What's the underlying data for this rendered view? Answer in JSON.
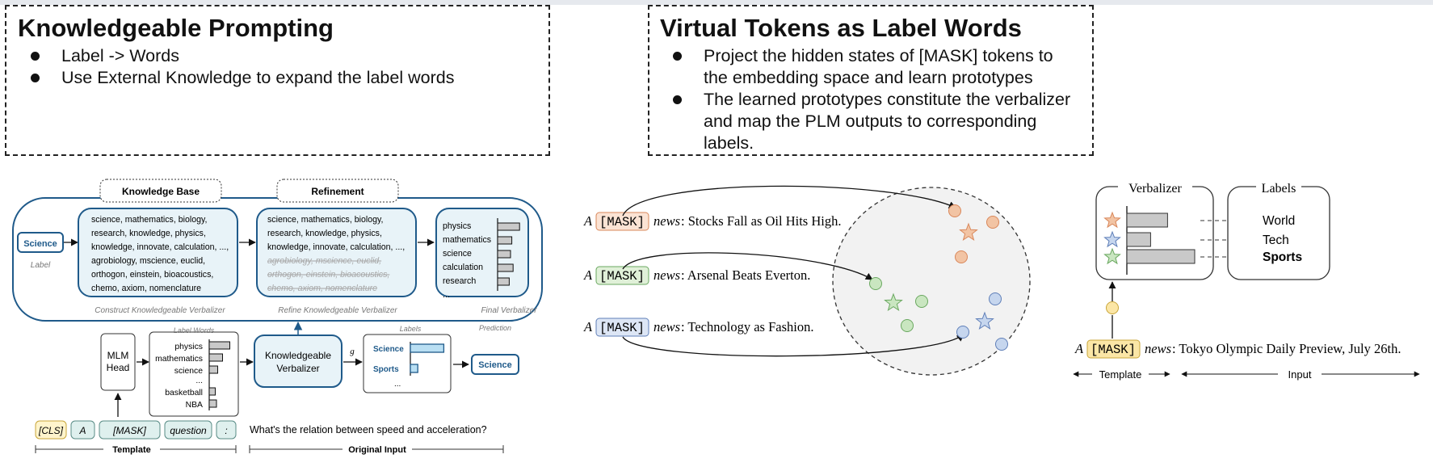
{
  "left_box": {
    "title": "Knowledgeable Prompting",
    "bullets": [
      "Label -> Words",
      "Use External Knowledge to expand the label words"
    ]
  },
  "right_box": {
    "title": "Virtual Tokens as Label Words",
    "bullets": [
      [
        "Project the hidden states of [MASK] tokens to",
        "the embedding space and learn prototypes"
      ],
      [
        "The learned prototypes constitute the verbalizer",
        "and map the PLM outputs to corresponding",
        "labels."
      ]
    ]
  },
  "kpt": {
    "knowledge_base": "Knowledge Base",
    "refinement": "Refinement",
    "science_chip": "Science",
    "label_caption": "Label",
    "construct_words": [
      "science, mathematics, biology,",
      "research, knowledge, physics,",
      "knowledge, innovate, calculation, ...,",
      "agrobiology, mscience,  euclid,",
      "orthogon, einstein, bioacoustics,",
      "chemo, axiom, nomenclature"
    ],
    "refine_words": [
      "science, mathematics, biology,",
      "research, knowledge, physics,",
      "knowledge, innovate, calculation, ...,"
    ],
    "refine_struck": [
      "agrobiology, mscience,  euclid,",
      "orthogon, einstein, bioacoustics,",
      "chemo, axiom, nomenclature"
    ],
    "final_words": [
      "physics",
      "mathematics",
      "science",
      "calculation",
      "research",
      "..."
    ],
    "final_bars": [
      0.85,
      0.55,
      0.5,
      0.6,
      0.45
    ],
    "cap_construct": "Construct Knowledgeable Verbalizer",
    "cap_refine": "Refine Knowledgeable Verbalizer",
    "cap_final": "Final Verbalizer",
    "mlm_head": [
      "MLM",
      "Head"
    ],
    "label_words_caption": "Label Words",
    "label_words": [
      "physics",
      "mathematics",
      "science",
      "...",
      "basketball",
      "NBA"
    ],
    "label_word_bars": [
      0.85,
      0.55,
      0.35,
      0,
      0.25,
      0.3
    ],
    "kv_box": [
      "Knowledgeable",
      "Verbalizer"
    ],
    "g_label": "g",
    "labels_caption": "Labels",
    "labels": [
      "Science",
      "Sports",
      "..."
    ],
    "label_bars": [
      0.9,
      0.2
    ],
    "prediction_caption": "Prediction",
    "prediction": "Science",
    "template_tokens": [
      "[CLS]",
      "A",
      "[MASK]",
      "question",
      ":"
    ],
    "input_text": "What's the relation between speed and acceleration?",
    "template_caption": "Template",
    "original_input_caption": "Original Input"
  },
  "proto": {
    "sentences": [
      {
        "a": "A",
        "mask": "[MASK]",
        "news": "news",
        "text": ": Stocks Fall as Oil Hits High."
      },
      {
        "a": "A",
        "mask": "[MASK]",
        "news": "news",
        "text": ": Arsenal Beats Everton."
      },
      {
        "a": "A",
        "mask": "[MASK]",
        "news": "news",
        "text": ": Technology as Fashion."
      }
    ],
    "verbalizer_title": "Verbalizer",
    "labels_title": "Labels",
    "labels": [
      "World",
      "Tech",
      "Sports"
    ],
    "verbalizer_bars": [
      0.6,
      0.35,
      1.0
    ],
    "query": {
      "a": "A",
      "mask": "[MASK]",
      "news": "news",
      "text": ": Tokyo Olympic Daily Preview, July 26th."
    },
    "template_caption": "Template",
    "input_caption": "Input"
  },
  "colors": {
    "kpt_blue": "#1f5a8a",
    "kpt_fill": "#e8f3f8",
    "kpt_teal_fill": "#dff0ee",
    "orange": "#f2c4a4",
    "orange_edge": "#d9875a",
    "green": "#c9e6c0",
    "green_edge": "#6aa860",
    "blue": "#c6d6ee",
    "blue_edge": "#5f7fb8",
    "yellow": "#fbe6a6",
    "yellow_edge": "#c9a63a"
  }
}
